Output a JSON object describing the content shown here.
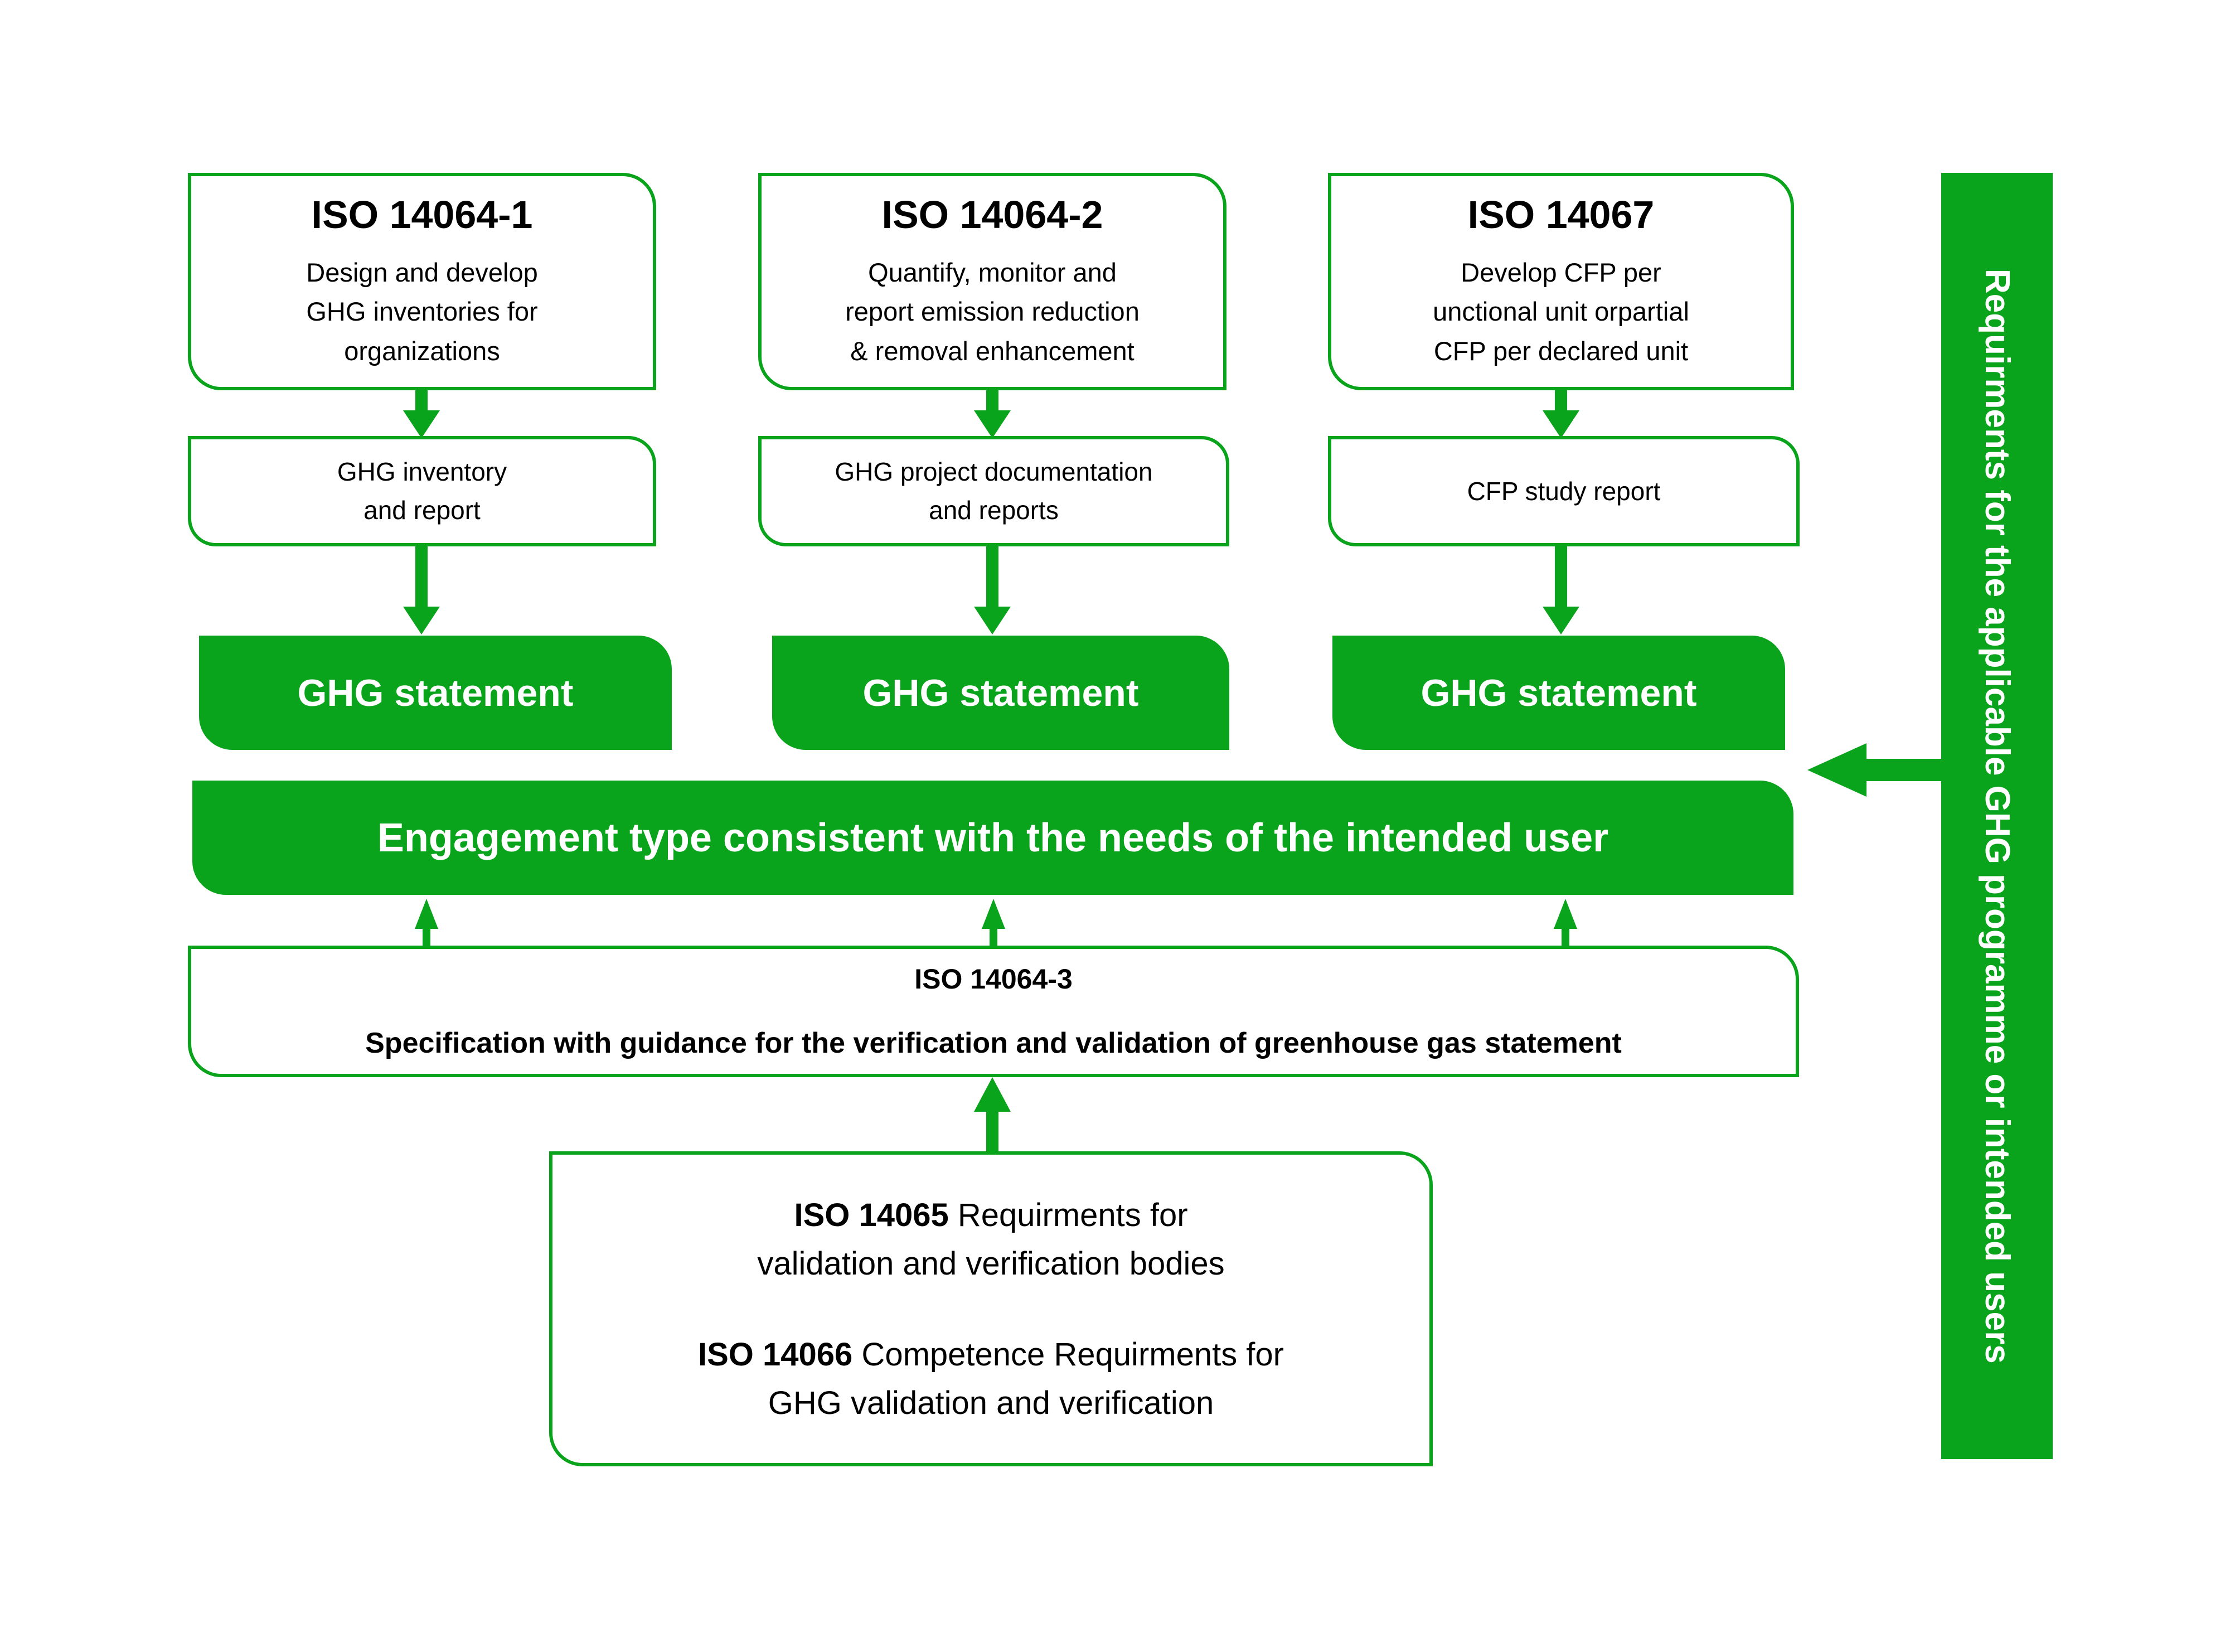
{
  "colors": {
    "accent_green": "#0aa31c",
    "box_text": "#000000",
    "inverse_text": "#ffffff"
  },
  "columns": [
    {
      "standard": {
        "title": "ISO 14064-1",
        "description": "Design and develop\nGHG inventories for\norganizations"
      },
      "output": "GHG inventory\nand report",
      "statement": "GHG statement"
    },
    {
      "standard": {
        "title": "ISO 14064-2",
        "description": "Quantify, monitor and\nreport emission reduction\n& removal enhancement"
      },
      "output": "GHG project documentation\nand reports",
      "statement": "GHG statement"
    },
    {
      "standard": {
        "title": "ISO 14067",
        "description": "Develop CFP per\nunctional unit orpartial\nCFP per declared unit"
      },
      "output": "CFP study report",
      "statement": "GHG statement"
    }
  ],
  "engagement_bar": {
    "label": "Engagement type consistent with the needs of the intended user"
  },
  "verification_box": {
    "title": "ISO 14064-3",
    "description": "Specification with guidance for the verification and validation of greenhouse gas statement"
  },
  "bodies_box": {
    "items": [
      {
        "code": "ISO 14065",
        "text": " Requirments for\nvalidation and verification bodies"
      },
      {
        "code": "ISO 14066",
        "text": " Competence Requirments for\nGHG validation and verification"
      }
    ]
  },
  "side_bar": {
    "label": "Requirments for the applicable GHG programme or intended users"
  }
}
